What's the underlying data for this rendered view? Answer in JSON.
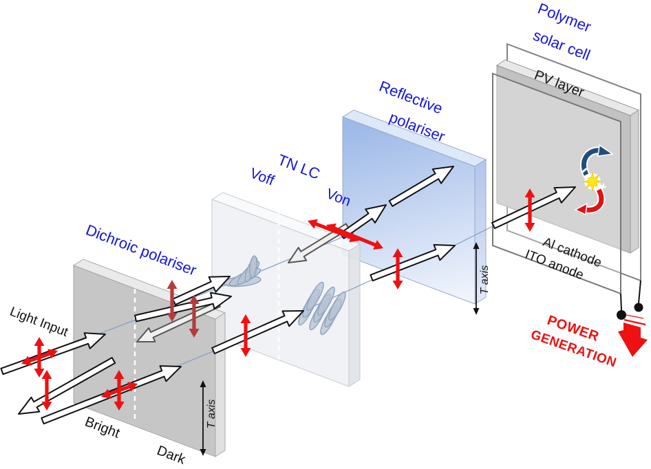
{
  "figure": {
    "type": "exploded-3d-schematic",
    "subject": "Polarizer / TN liquid-crystal display stack with polymer solar cell power generation"
  },
  "labels": {
    "light_input": "Light Input",
    "dichroic_polariser": "Dichroic polariser",
    "tn_lc": "TN LC",
    "voff": "Voff",
    "von": "Von",
    "reflective_line1": "Reflective",
    "reflective_line2": "polariser",
    "polymer_line1": "Polymer",
    "polymer_line2": "solar cell",
    "pv_layer": "PV layer",
    "al_cathode": "Al cathode",
    "ito_anode": "ITO anode",
    "power_line1": "POWER",
    "power_line2": "GENERATION",
    "bright": "Bright",
    "dark": "Dark",
    "t_axis": "T axis"
  },
  "colors": {
    "label_blue": "#1414dd",
    "power_red": "#ee1111",
    "polarization_red": "#ee1111",
    "muted_polarization_red": "#b53c3c",
    "electron_arrow_blue": "#1f4e79",
    "hole_arrow_red": "#e01212",
    "sun_yellow": "#ffe818",
    "reflective_panel_blue": "#a5bfea",
    "panel_grey": "#c6c6c6"
  },
  "icons": {
    "sun": "sun-icon",
    "electron_flow": "electron-curved-arrow",
    "hole_flow": "hole-curved-arrow",
    "power_flow": "power-down-arrow",
    "terminals": "wire-terminal-dots"
  }
}
